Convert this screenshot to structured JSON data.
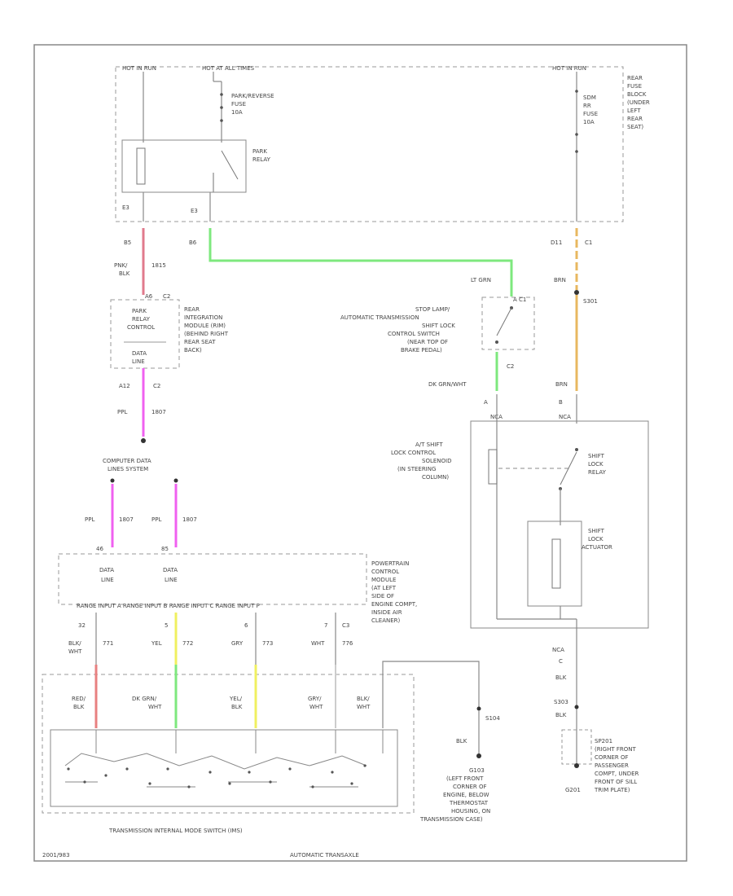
{
  "diagram": {
    "top_labels": {
      "hot_run_left": "HOT IN RUN",
      "hot_all_times": "HOT AT ALL TIMES",
      "hot_run_right": "HOT IN RUN"
    },
    "fuses": {
      "park_reverse": [
        "PARK/REVERSE",
        "FUSE",
        "10A"
      ],
      "sdm": [
        "SDM",
        "RR",
        "FUSE",
        "10A"
      ]
    },
    "rear_fuse_block": [
      "REAR",
      "FUSE",
      "BLOCK",
      "(UNDER",
      "LEFT",
      "REAR",
      "SEAT)"
    ],
    "park_relay": [
      "PARK",
      "RELAY"
    ],
    "connectors": {
      "e3_left": "E3",
      "e3_right": "E3",
      "b5": "B5",
      "b6": "B6",
      "d11": "D11",
      "c1": "C1",
      "a6_c2": "A6",
      "c2_a": "C2",
      "a12": "A12",
      "c2_b": "C2",
      "c2_stop": "C2"
    },
    "wires": {
      "pnk_blk": [
        "PNK/",
        "BLK",
        "1815"
      ],
      "ppl": [
        "PPL",
        "1807"
      ],
      "lt_grn": "LT GRN",
      "brn_top": "BRN",
      "s301": "S301",
      "brn_bottom": "BRN",
      "dk_grn_wht": "DK GRN/WHT",
      "blk": "BLK"
    },
    "rear_integration": [
      "REAR",
      "INTEGRATION",
      "MODULE (RIM)",
      "(BEHIND RIGHT",
      "REAR SEAT",
      "BACK)"
    ],
    "park_relay_control": [
      "PARK",
      "RELAY",
      "CONTROL"
    ],
    "data_line": [
      "DATA",
      "LINE"
    ],
    "stop_lamp": [
      "STOP LAMP/",
      "AUTOMATIC TRANSMISSION",
      "SHIFT LOCK",
      "CONTROL SWITCH",
      "(NEAR TOP OF",
      "BRAKE PEDAL)"
    ],
    "shift_lock_control": [
      "A/T SHIFT",
      "LOCK CONTROL",
      "SOLENOID",
      "(IN STEERING",
      "COLUMN)"
    ],
    "pin_a": "A",
    "pin_b": "B",
    "nca": "NCA",
    "shift_lock_relay": [
      "SHIFT",
      "LOCK",
      "RELAY"
    ],
    "shift_lock_actuator": [
      "SHIFT",
      "LOCK",
      "ACTUATOR"
    ],
    "computer_data": [
      "COMPUTER DATA",
      "LINES SYSTEM"
    ],
    "ppl_1807_a": [
      "PPL",
      "1807"
    ],
    "ppl_1807_b": [
      "PPL",
      "1807"
    ],
    "pcm_pins": [
      "46",
      "85"
    ],
    "pcm_data_a": [
      "DATA",
      "LINE"
    ],
    "pcm_data_b": [
      "DATA",
      "LINE"
    ],
    "pcm_label": [
      "POWERTRAIN",
      "CONTROL",
      "MODULE",
      "(AT LEFT",
      "SIDE OF",
      "ENGINE COMPT,",
      "INSIDE AIR",
      "CLEANER)"
    ],
    "pcm_inputs": "RANGE INPUT A  RANGE INPUT B  RANGE INPUT C  RANGE INPUT P",
    "pins_row": [
      "32",
      "5",
      "6",
      "7",
      "C3"
    ],
    "wire_codes_upper": [
      [
        "BLK/",
        "WHT",
        "771"
      ],
      [
        "YEL",
        "772"
      ],
      [
        "GRY",
        "773"
      ],
      [
        "WHT",
        "776"
      ]
    ],
    "wire_codes_lower": [
      [
        "RED/",
        "BLK"
      ],
      [
        "DK GRN/",
        "WHT"
      ],
      [
        "YEL/",
        "BLK"
      ],
      [
        "GRY/",
        "WHT"
      ],
      [
        "BLK/",
        "WHT"
      ]
    ],
    "s104": "S104",
    "blk_s104": "BLK",
    "g103": [
      "G103",
      "(LEFT FRONT",
      "CORNER OF",
      "ENGINE, BELOW",
      "THERMOSTAT",
      "HOUSING, ON",
      "TRANSMISSION CASE)"
    ],
    "nca_c": "C",
    "blk_c": "BLK",
    "s303": "S303",
    "blk_s303": "BLK",
    "sp201": [
      "SP201",
      "(RIGHT FRONT",
      "CORNER OF",
      "PASSENGER",
      "COMPT, UNDER",
      "FRONT OF SILL",
      "TRIM PLATE)"
    ],
    "g201": "G201",
    "trans_switch": "TRANSMISSION INTERNAL MODE SWITCH (IMS)",
    "footer_left": "2001/983",
    "footer_center": "AUTOMATIC TRANSAXLE",
    "colors": {
      "pink_wire": "#e07a8c",
      "green_wire": "#7ee87e",
      "magenta_wire": "#f060f0",
      "orange_wire": "#e8b860",
      "red_wire": "#e88080",
      "yellow_wire": "#f0f060",
      "line": "#888888"
    }
  }
}
